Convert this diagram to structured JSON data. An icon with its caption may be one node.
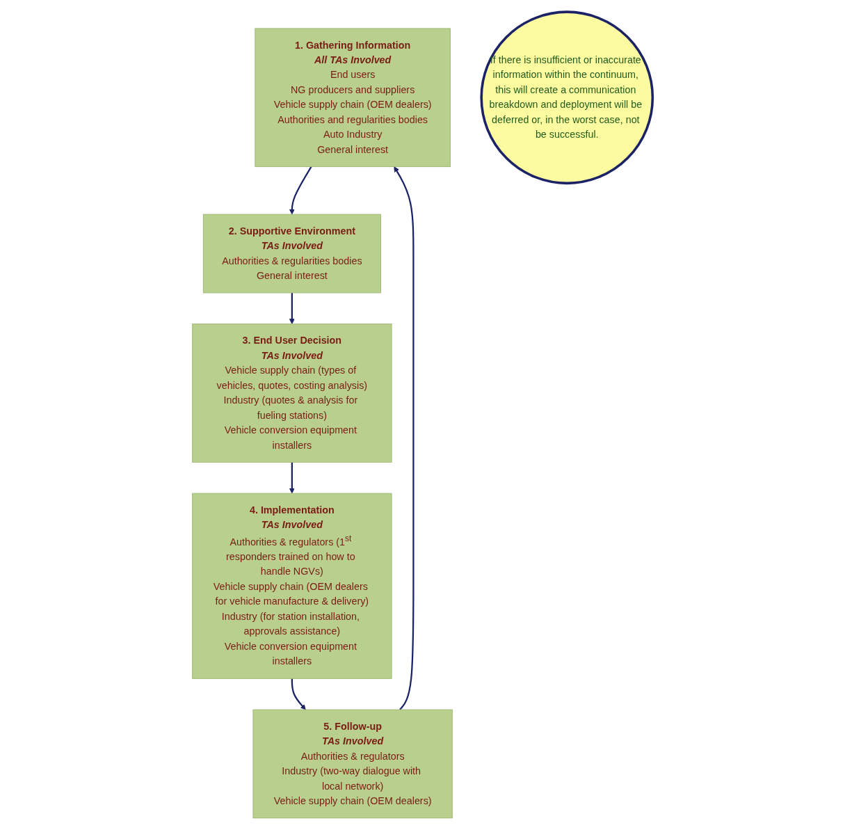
{
  "diagram": {
    "nodes": [
      {
        "text": [
          "1. Gathering Information",
          "All TAs Involved",
          "End users",
          "NG producers and suppliers",
          "Vehicle supply chain (OEM dealers)",
          "Authorities and regularities bodies",
          "Auto Industry",
          "General interest"
        ]
      },
      {
        "text": [
          "2. Supportive Environment",
          "TAs Involved",
          "Authorities & regularities bodies",
          "General interest"
        ]
      },
      {
        "text": [
          "3. End User Decision",
          "TAs Involved",
          "Vehicle supply chain (types of vehicles, quotes, costing analysis)",
          "Industry (quotes & analysis for fueling stations)",
          "Vehicle conversion equipment installers"
        ]
      },
      {
        "text": [
          "4. Implementation",
          "TAs Involved",
          "Authorities & regulators (1$^{st}$ responders trained on how to handle NGVs)",
          "Vehicle supply chain (OEM dealers for vehicle manufacture & delivery)",
          "Industry (for station installation, approvals assistance)",
          "Vehicle conversion equipment installers"
        ]
      },
      {
        "text": [
          "5. Follow-up",
          "TAs Involved",
          "Authorities & regulators",
          "Industry (two-way dialogue with local network)",
          "Vehicle supply chain (OEM dealers)"
        ]
      },
      {
        "text": [
          "If there is insufficient or inaccurate information within the continuum, this will create a communication breakdown and deployment will be deferred or, in the worst case, not be successful."
        ]
      }
    ],
    "edges": [
      {
        "from": 0,
        "to": 1,
        "arrow": "to"
      },
      {
        "from": 1,
        "to": 2,
        "arrow": "to"
      },
      {
        "from": 2,
        "to": 3,
        "arrow": "to"
      },
      {
        "from": 3,
        "to": 4,
        "arrow": "to"
      },
      {
        "from": 4,
        "to": 0,
        "arrow": "to"
      }
    ]
  }
}
